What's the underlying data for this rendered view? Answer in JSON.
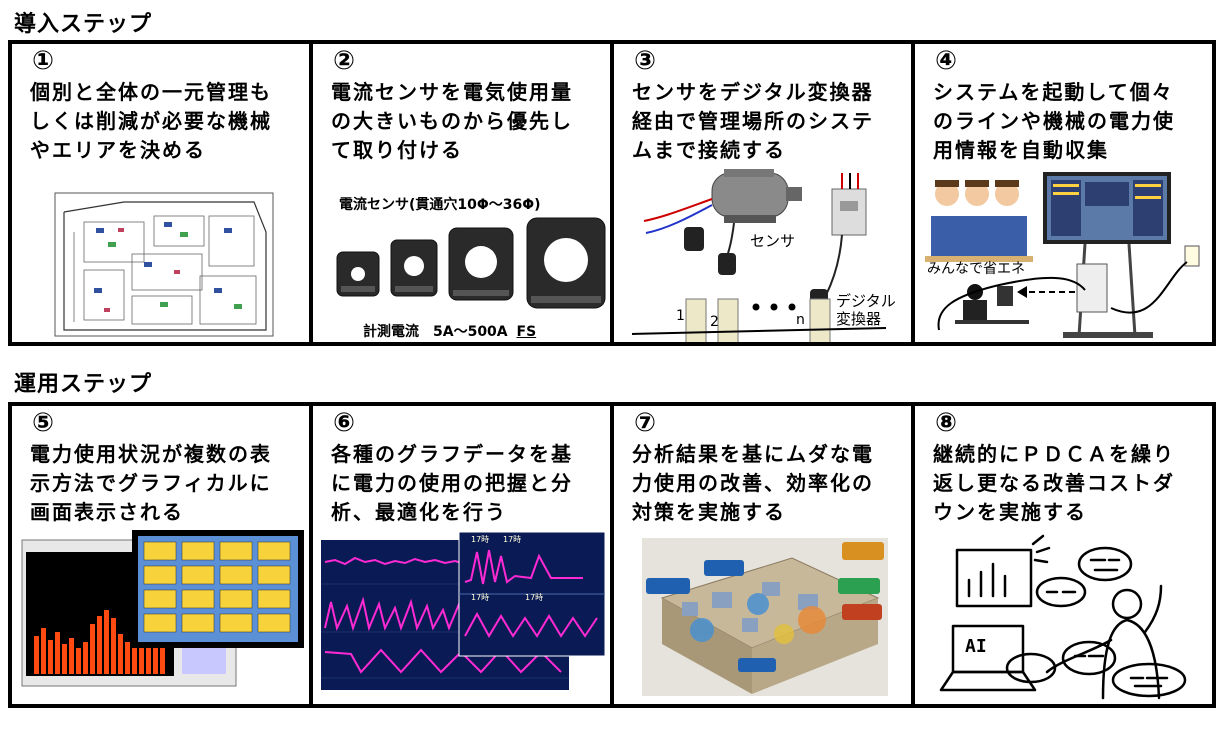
{
  "sections": {
    "intro": {
      "title": "導入ステップ"
    },
    "ops": {
      "title": "運用ステップ"
    }
  },
  "steps": [
    {
      "num": "①",
      "text": "個別と全体の一元管理もしくは削減が必要な機械やエリアを決める"
    },
    {
      "num": "②",
      "text": "電流センサを電気使用量の大きいものから優先して取り付ける"
    },
    {
      "num": "③",
      "text": "センサをデジタル変換器経由で管理場所のシステムまで接続する"
    },
    {
      "num": "④",
      "text": "システムを起動して個々のラインや機械の電力使用情報を自動収集"
    },
    {
      "num": "⑤",
      "text": "電力使用状況が複数の表示方法でグラフィカルに画面表示される"
    },
    {
      "num": "⑥",
      "text": "各種のグラフデータを基に電力の使用の把握と分析、最適化を行う"
    },
    {
      "num": "⑦",
      "text": "分析結果を基にムダな電力使用の改善、効率化の対策を実施する"
    },
    {
      "num": "⑧",
      "text": "継続的にＰＤＣＡを繰り返し更なる改善コストダウンを実施する"
    }
  ],
  "step2": {
    "sensor_title": "電流センサ(貫通穴10Φ～36Φ)",
    "range_label": "計測電流　5A～500A",
    "range_unit": "FS"
  },
  "step3": {
    "sensor_label": "センサ",
    "converter_label_1": "デジタル",
    "converter_label_2": "変換器",
    "n1": "1",
    "n2": "2",
    "nn": "n"
  },
  "step4": {
    "caption": "みんなで省エネ"
  },
  "step6": {
    "ticks": [
      "17時",
      "17時",
      "17時",
      "17時"
    ]
  },
  "step8": {
    "ai_label": "AI"
  },
  "colors": {
    "border": "#000000",
    "graph_bg": "#0a1a55",
    "graph_line": "#ff2ad4",
    "bar": "#ff4a12"
  }
}
